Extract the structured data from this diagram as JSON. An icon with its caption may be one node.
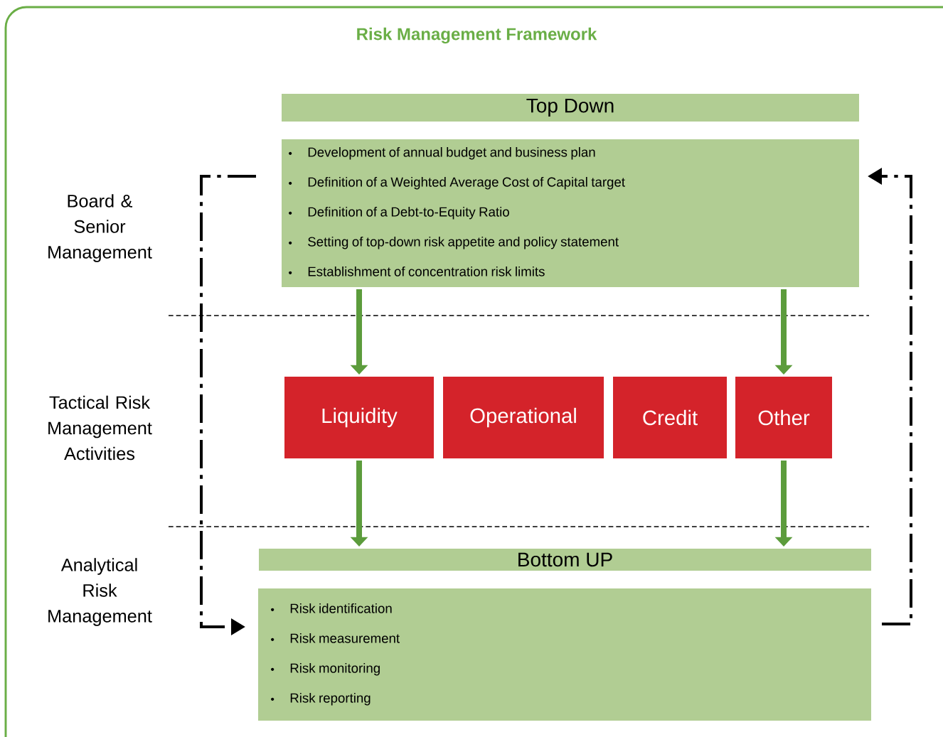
{
  "diagram": {
    "title": "Risk Management Framework",
    "nodes": [
      {
        "text": [
          "Top Down"
        ]
      },
      {
        "text": [
          "Development of annual budget and business plan",
          "Definition of a Weighted Average Cost of Capital target",
          "Definition of a Debt-to-Equity Ratio",
          "Setting of top-down risk appetite and policy statement",
          "Establishment of concentration risk limits"
        ]
      },
      {
        "text": [
          "Liquidity"
        ]
      },
      {
        "text": [
          "Operational"
        ]
      },
      {
        "text": [
          "Credit"
        ]
      },
      {
        "text": [
          "Other"
        ]
      },
      {
        "text": [
          "Bottom UP"
        ]
      },
      {
        "text": [
          "Risk identification",
          "Risk measurement",
          "Risk monitoring",
          "Risk reporting"
        ]
      }
    ],
    "edges": [
      {
        "from": 1,
        "to": 2,
        "arrow": "to"
      },
      {
        "from": 1,
        "to": 5,
        "arrow": "to"
      },
      {
        "from": 2,
        "to": 6,
        "arrow": "to"
      },
      {
        "from": 5,
        "to": 6,
        "arrow": "to"
      },
      {
        "from": 1,
        "to": 7,
        "arrow": "to",
        "style": "dashed",
        "color": "#000000"
      },
      {
        "from": 7,
        "to": 1,
        "arrow": "to",
        "style": "dashed",
        "color": "#000000"
      }
    ],
    "labels": [
      "Board & Senior Management",
      "Tactical Risk Management Activities",
      "Analytical Risk Management"
    ]
  }
}
